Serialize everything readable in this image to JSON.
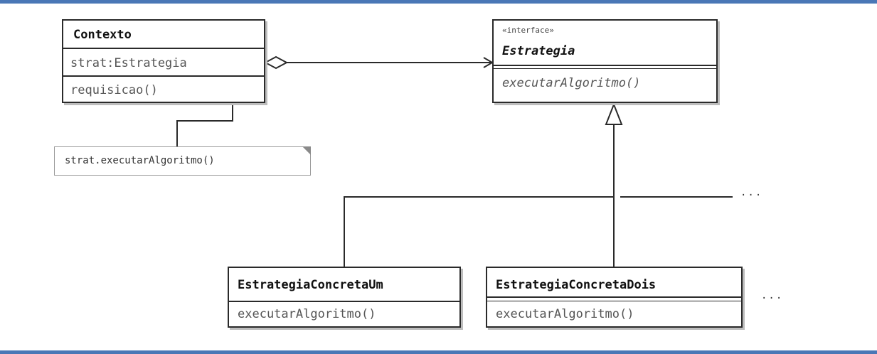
{
  "diagram": {
    "contexto": {
      "name": "Contexto",
      "attribute": "strat:Estrategia",
      "method": "requisicao()"
    },
    "estrategia": {
      "stereotype": "«interface»",
      "name": "Estrategia",
      "method": "executarAlgoritmo()"
    },
    "concreta_um": {
      "name": "EstrategiaConcretaUm",
      "method": "executarAlgoritmo()"
    },
    "concreta_dois": {
      "name": "EstrategiaConcretaDois",
      "method": "executarAlgoritmo()"
    },
    "note": {
      "text": "strat.executarAlgoritmo()"
    },
    "ellipsis_right": "...",
    "ellipsis_bottom": "...",
    "colors": {
      "frame_bar": "#4a77b6",
      "border": "#2a2a2a",
      "shadow": "#bdbdbd"
    }
  }
}
